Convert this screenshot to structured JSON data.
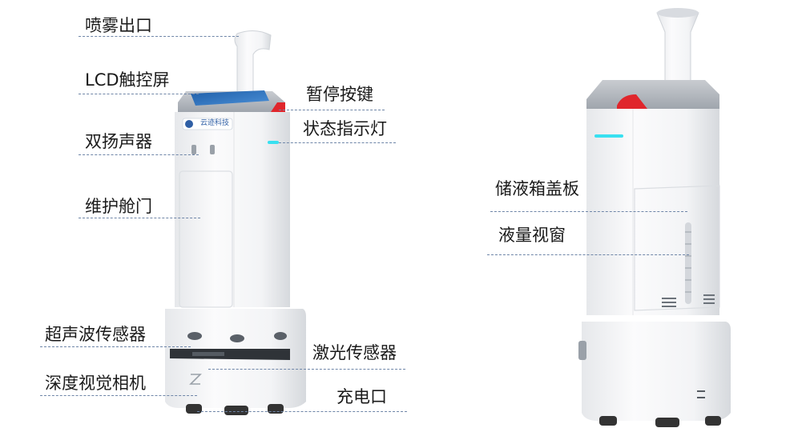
{
  "colors": {
    "leader_line": "#6f86a8",
    "body_white": "#f4f5f7",
    "shadow_grey": "#d9dce1",
    "screen_blue": "#2f6fb8",
    "pause_red": "#e0262c",
    "indicator_cyan": "#38e0f0",
    "panel_grey": "#8c939c",
    "wheel_dark": "#333333"
  },
  "robot_front": {
    "logo_text": "云迹科技",
    "labels": {
      "spray_outlet": "喷雾出口",
      "lcd_touchscreen": "LCD触控屏",
      "dual_speakers": "双扬声器",
      "maintenance_door": "维护舱门",
      "ultrasonic_sensor": "超声波传感器",
      "depth_camera": "深度视觉相机",
      "pause_button": "暂停按键",
      "status_light": "状态指示灯",
      "laser_sensor": "激光传感器",
      "charging_port": "充电口"
    }
  },
  "robot_back": {
    "labels": {
      "tank_cover": "储液箱盖板",
      "level_window": "液量视窗"
    }
  }
}
